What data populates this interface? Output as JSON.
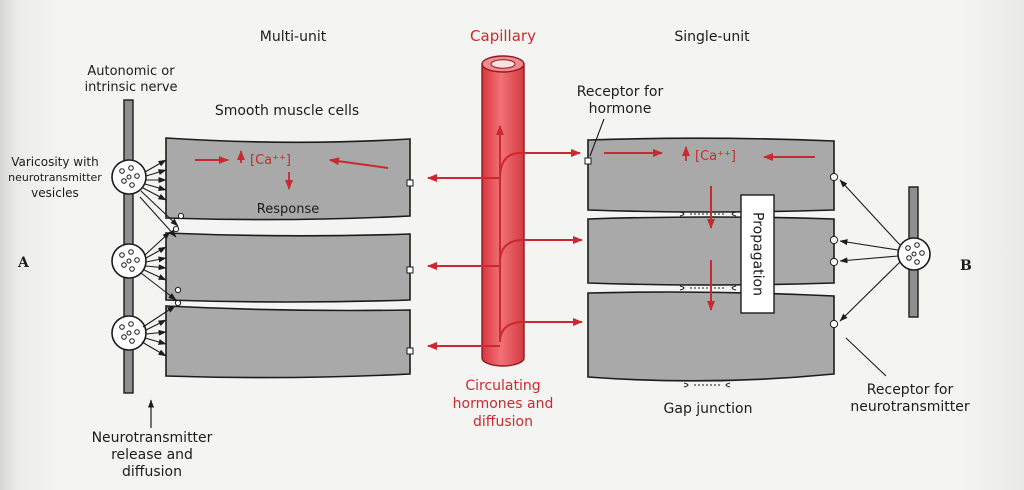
{
  "titles": {
    "multi_unit": "Multi-unit",
    "capillary": "Capillary",
    "single_unit": "Single-unit"
  },
  "labels": {
    "autonomic_line1": "Autonomic or",
    "autonomic_line2": "intrinsic nerve",
    "smooth_muscle": "Smooth muscle cells",
    "varicosity_line1": "Varicosity with",
    "varicosity_line2": "neurotransmitter",
    "varicosity_line3": "vesicles",
    "ca_left": "[Ca⁺⁺]",
    "ca_right": "[Ca⁺⁺]",
    "response": "Response",
    "receptor_hormone_line1": "Receptor for",
    "receptor_hormone_line2": "hormone",
    "propagation": "Propagation",
    "gap_junction": "Gap junction",
    "receptor_nt_line1": "Receptor for",
    "receptor_nt_line2": "neurotransmitter",
    "circulating_line1": "Circulating",
    "circulating_line2": "hormones and",
    "circulating_line3": "diffusion",
    "nt_release_line1": "Neurotransmitter",
    "nt_release_line2": "release and",
    "nt_release_line3": "diffusion",
    "panel_a": "A",
    "panel_b": "B"
  },
  "colors": {
    "cell_fill": "#a9a9a9",
    "capillary_red": "#e8555a",
    "arrow_red": "#c92a2f",
    "line_dark": "#1c1c1c"
  }
}
